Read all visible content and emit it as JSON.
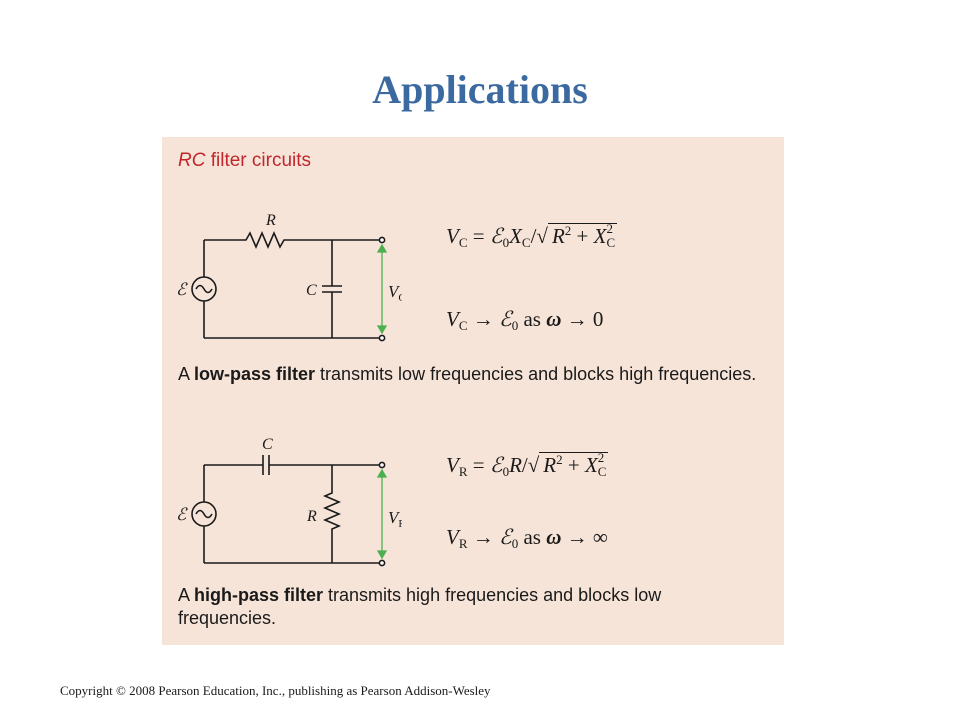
{
  "slide": {
    "title": "Applications",
    "copyright": "Copyright © 2008 Pearson Education, Inc., publishing as Pearson Addison-Wesley"
  },
  "panel": {
    "heading_italic": "RC",
    "heading_rest": " filter circuits"
  },
  "low_pass": {
    "labels": {
      "resistor": "R",
      "capacitor": "C",
      "emf": "ℰ",
      "voltage": "V",
      "voltage_sub": "C"
    },
    "desc_prefix": "A ",
    "desc_bold": "low-pass filter",
    "desc_suffix": " transmits low frequencies and blocks high frequencies."
  },
  "high_pass": {
    "labels": {
      "resistor": "R",
      "capacitor": "C",
      "emf": "ℰ",
      "voltage": "V",
      "voltage_sub": "R"
    },
    "desc_prefix": "A ",
    "desc_bold": "high-pass filter",
    "desc_suffix": " transmits high frequencies and blocks low frequencies."
  },
  "equations": {
    "V": "V",
    "eq": " = ",
    "E": "ℰ",
    "zero_sub": "0",
    "R": "R",
    "X": "X",
    "sub_C": "C",
    "sub_R": "R",
    "slash": "/",
    "sqrt": "√",
    "plus": " + ",
    "two": "2",
    "arrow": " → ",
    "as": " as ",
    "omega": "ω",
    "lp_limit": "0",
    "hp_limit": "∞"
  },
  "colors": {
    "title": "#3b6aa0",
    "panel_bg": "#f7e4d8",
    "heading": "#c0272d",
    "arrow": "#4caf50"
  }
}
